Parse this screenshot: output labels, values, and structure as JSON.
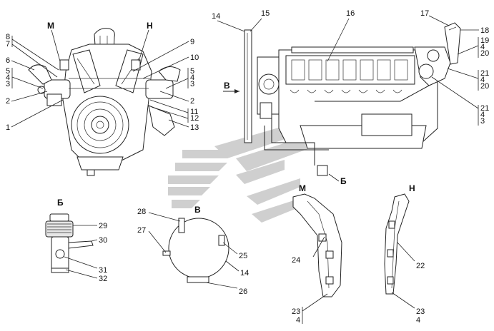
{
  "watermark": {
    "color": "#c8c8c8"
  },
  "views": {
    "front": {
      "label_m": "М",
      "label_h": "Н",
      "callouts": [
        "8",
        "7",
        "6",
        "5",
        "4",
        "3",
        "2",
        "1",
        "9",
        "10",
        "5",
        "4",
        "3",
        "2",
        "11",
        "12",
        "13"
      ]
    },
    "side": {
      "label_v": "В",
      "label_b": "Б",
      "callouts": [
        "14",
        "15",
        "16",
        "17",
        "18",
        "19",
        "4",
        "20",
        "21",
        "4",
        "20",
        "21",
        "4",
        "3"
      ]
    },
    "detail_b": {
      "title": "Б",
      "callouts": [
        "29",
        "30",
        "31",
        "32"
      ]
    },
    "detail_v": {
      "title": "В",
      "callouts": [
        "28",
        "27",
        "25",
        "14",
        "26"
      ]
    },
    "bracket_m": {
      "title": "М",
      "callouts": [
        "24",
        "23",
        "4"
      ]
    },
    "bracket_h": {
      "title": "Н",
      "callouts": [
        "22",
        "23",
        "4"
      ]
    }
  }
}
